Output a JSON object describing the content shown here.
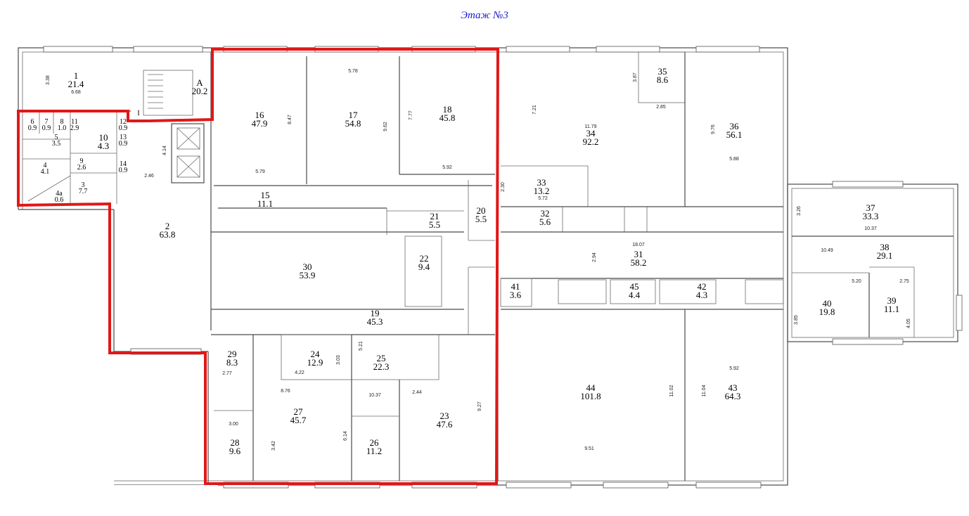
{
  "title": "Этаж №3",
  "colors": {
    "title": "#1a1ad0",
    "highlight": "#e01818",
    "walls": "#4a4a4a"
  },
  "rooms": [
    {
      "num": "1",
      "area": "21.4"
    },
    {
      "num": "A",
      "area": "20.2"
    },
    {
      "num": "I",
      "area": ""
    },
    {
      "num": "6",
      "area": "0.9"
    },
    {
      "num": "7",
      "area": "0.9"
    },
    {
      "num": "8",
      "area": "1.0"
    },
    {
      "num": "11",
      "area": "2.9"
    },
    {
      "num": "12",
      "area": "0.9"
    },
    {
      "num": "13",
      "area": "0.9"
    },
    {
      "num": "14",
      "area": "0.9"
    },
    {
      "num": "10",
      "area": "4.3"
    },
    {
      "num": "5",
      "area": "3.5"
    },
    {
      "num": "9",
      "area": "2.6"
    },
    {
      "num": "4",
      "area": "4.1"
    },
    {
      "num": "3",
      "area": "7.7"
    },
    {
      "num": "4a",
      "area": "0.6"
    },
    {
      "num": "2",
      "area": "63.8"
    },
    {
      "num": "16",
      "area": "47.9"
    },
    {
      "num": "17",
      "area": "54.8"
    },
    {
      "num": "18",
      "area": "45.8"
    },
    {
      "num": "15",
      "area": "11.1"
    },
    {
      "num": "21",
      "area": "5.5"
    },
    {
      "num": "20",
      "area": "5.5"
    },
    {
      "num": "22",
      "area": "9.4"
    },
    {
      "num": "30",
      "area": "53.9"
    },
    {
      "num": "19",
      "area": "45.3"
    },
    {
      "num": "29",
      "area": "8.3"
    },
    {
      "num": "24",
      "area": "12.9"
    },
    {
      "num": "25",
      "area": "22.3"
    },
    {
      "num": "27",
      "area": "45.7"
    },
    {
      "num": "28",
      "area": "9.6"
    },
    {
      "num": "26",
      "area": "11.2"
    },
    {
      "num": "23",
      "area": "47.6"
    },
    {
      "num": "35",
      "area": "8.6"
    },
    {
      "num": "34",
      "area": "92.2"
    },
    {
      "num": "36",
      "area": "56.1"
    },
    {
      "num": "33",
      "area": "13.2"
    },
    {
      "num": "32",
      "area": "5.6"
    },
    {
      "num": "31",
      "area": "58.2"
    },
    {
      "num": "41",
      "area": "3.6"
    },
    {
      "num": "45",
      "area": "4.4"
    },
    {
      "num": "42",
      "area": "4.3"
    },
    {
      "num": "44",
      "area": "101.8"
    },
    {
      "num": "43",
      "area": "64.3"
    },
    {
      "num": "37",
      "area": "33.3"
    },
    {
      "num": "38",
      "area": "29.1"
    },
    {
      "num": "40",
      "area": "19.8"
    },
    {
      "num": "39",
      "area": "11.1"
    }
  ],
  "dimensions": [
    "3.38",
    "6.68",
    "4.14",
    "2.46",
    "8.47",
    "5.79",
    "5.78",
    "9.62",
    "7.77",
    "5.92",
    "2.30",
    "7.21",
    "11.79",
    "3.87",
    "2.85",
    "9.76",
    "5.88",
    "5.72",
    "18.07",
    "2.94",
    "3.26",
    "10.37",
    "10.49",
    "5.20",
    "2.75",
    "3.85",
    "4.05",
    "5.21",
    "3.03",
    "4.22",
    "2.77",
    "8.76",
    "10.37",
    "2.44",
    "9.27",
    "3.00",
    "3.42",
    "6.14",
    "11.02",
    "11.04",
    "5.92",
    "9.51"
  ]
}
